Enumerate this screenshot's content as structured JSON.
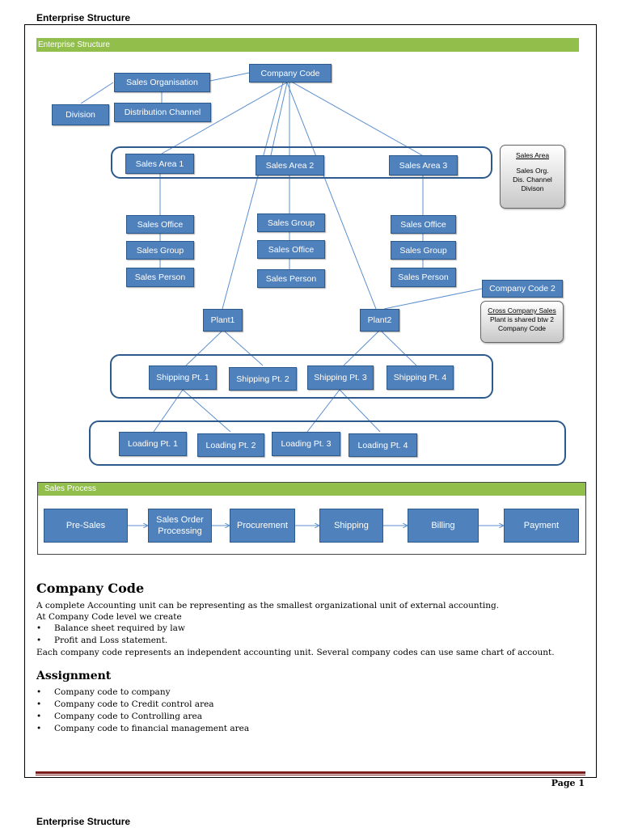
{
  "page_header": "Enterprise Structure",
  "page_header_bottom": "Enterprise Structure",
  "diagram": {
    "band_title": "Enterprise Structure",
    "nodes": {
      "sales_org": "Sales Organisation",
      "company_code": "Company Code",
      "division": "Division",
      "dist_channel": "Distribution Channel",
      "sales_area1": "Sales Area 1",
      "sales_area2": "Sales Area 2",
      "sales_area3": "Sales Area 3",
      "office_1": "Sales Office",
      "group_1": "Sales Group",
      "person_1": "Sales Person",
      "group_2": "Sales Group",
      "office_2": "Sales Office",
      "person_2": "Sales Person",
      "office_3": "Sales Office",
      "group_3": "Sales Group",
      "person_3": "Sales Person",
      "company_code2": "Company Code 2",
      "plant1": "Plant1",
      "plant2": "Plant2",
      "ship1": "Shipping Pt. 1",
      "ship2": "Shipping Pt. 2",
      "ship3": "Shipping Pt. 3",
      "ship4": "Shipping Pt. 4",
      "load1": "Loading Pt. 1",
      "load2": "Loading Pt. 2",
      "load3": "Loading Pt. 3",
      "load4": "Loading Pt. 4"
    },
    "sales_area_note": {
      "title": "Sales Area",
      "line1": "Sales Org.",
      "line2": "Dis. Channel",
      "line3": "Divison"
    },
    "cross_company_note": {
      "title": "Cross Company Sales",
      "line1": "Plant is shared btw 2",
      "line2": "Company Code"
    }
  },
  "sales_process": {
    "band_title": "Sales Process",
    "steps": [
      "Pre-Sales",
      "Sales Order Processing",
      "Procurement",
      "Shipping",
      "Billing",
      "Payment"
    ]
  },
  "company_code_section": {
    "heading": "Company Code",
    "line1": "A complete Accounting unit can be representing as the smallest organizational unit of external accounting.",
    "line2": "At Company Code level we create",
    "bullets": [
      "Balance sheet required by law",
      "Profit and Loss statement."
    ],
    "line3": "Each company code represents an independent accounting unit. Several company codes can use same chart of account."
  },
  "assignment_section": {
    "heading": "Assignment",
    "bullets": [
      "Company code to company",
      "Company code to Credit control area",
      "Company code to Controlling area",
      "Company code to financial management area"
    ]
  },
  "footer": {
    "page_label": "Page 1"
  },
  "colors": {
    "box": "#4f81bd",
    "band": "#92bf4c",
    "line": "#5b8fcf",
    "footer_rule": "#7a1a1a"
  }
}
